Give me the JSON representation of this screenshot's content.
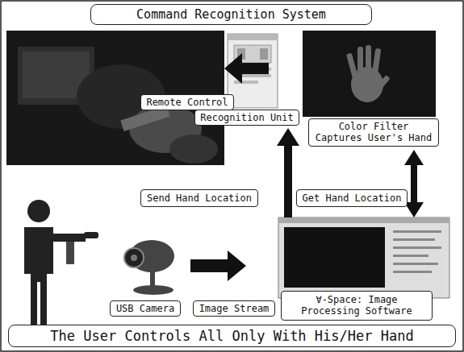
{
  "diagram": {
    "nodes": [
      {
        "text": [
          "Command Recognition System"
        ]
      },
      {
        "text": [
          "Remote Control"
        ]
      },
      {
        "text": [
          "Recognition Unit"
        ]
      },
      {
        "text": [
          "Color Filter Captures User's Hand"
        ]
      },
      {
        "text": [
          "Send Hand Location"
        ]
      },
      {
        "text": [
          "Get Hand Location"
        ]
      },
      {
        "text": [
          "USB Camera"
        ]
      },
      {
        "text": [
          "Image Stream"
        ]
      },
      {
        "text": [
          "∀-Space: Image Processing Software"
        ]
      },
      {
        "text": [
          "The User Controls All Only With His/Her Hand"
        ]
      }
    ]
  }
}
